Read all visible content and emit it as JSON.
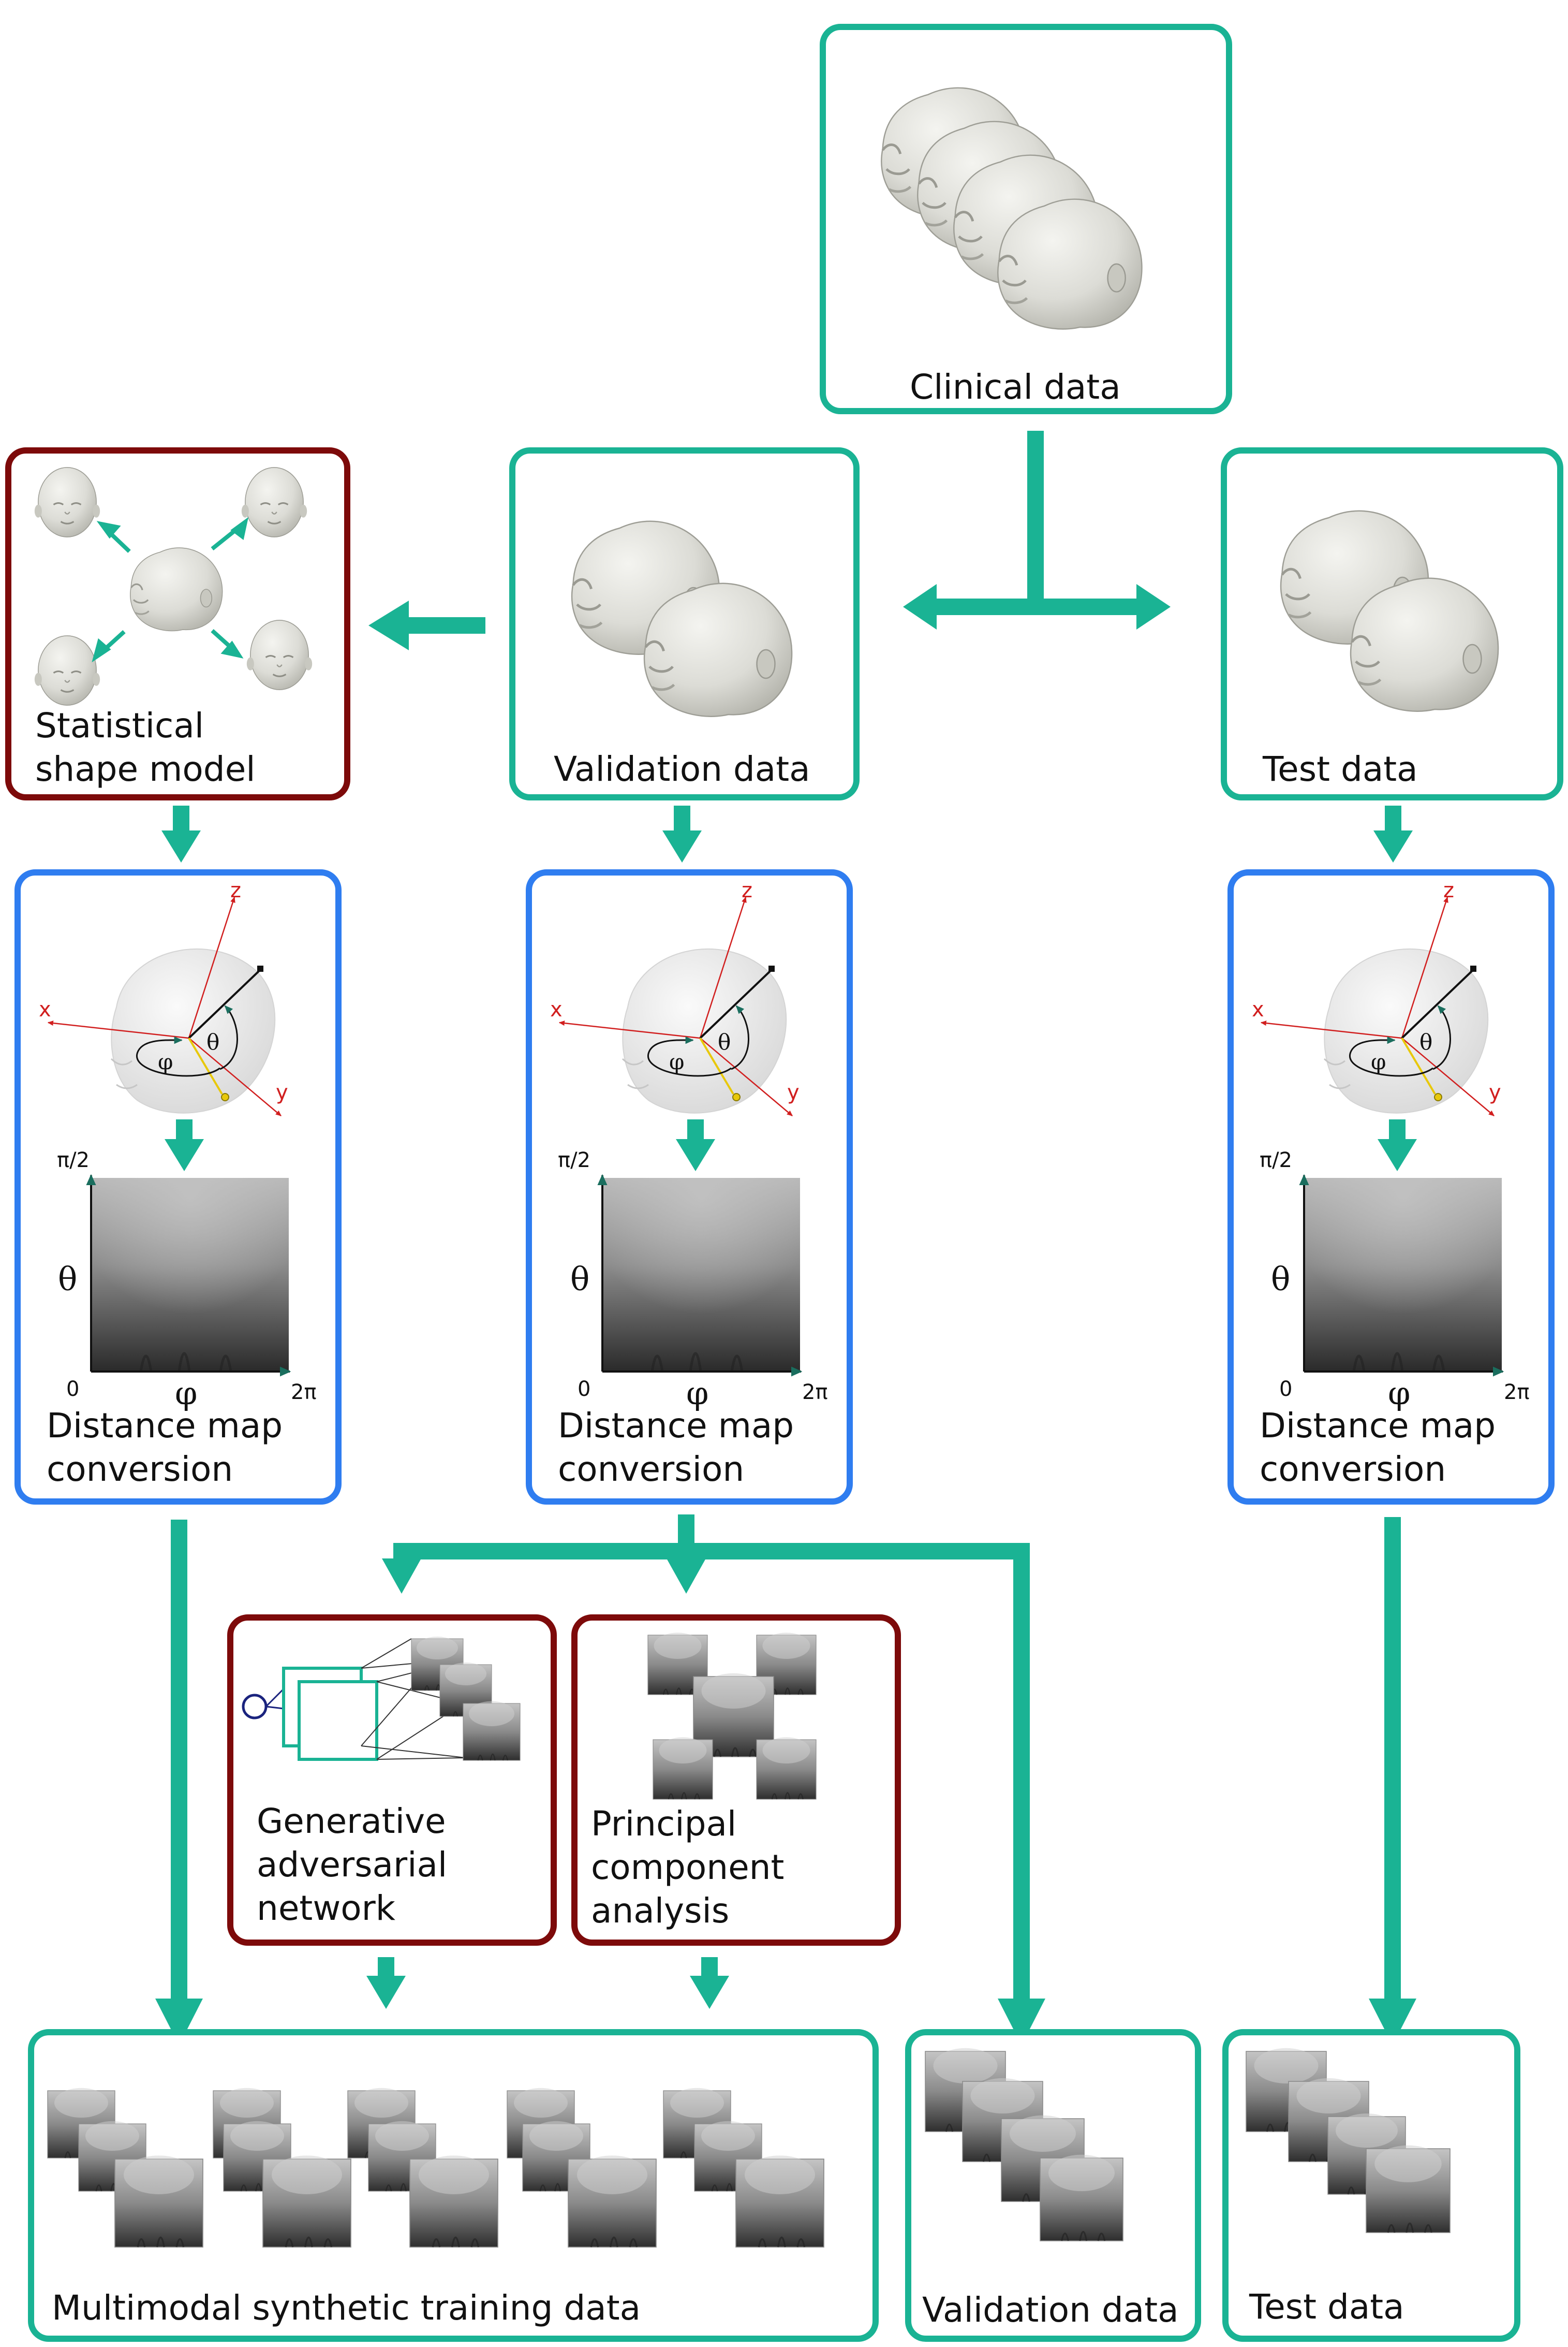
{
  "colors": {
    "teal": "#1ab394",
    "blue": "#2f7df0",
    "darkred": "#7d0a0a",
    "axis_red": "#d11f1f",
    "text": "#111111"
  },
  "boxes": {
    "clinical": "Clinical data",
    "ssm": [
      "Statistical",
      "shape model"
    ],
    "validation": "Validation data",
    "test": "Test data",
    "dm_caption": [
      "Distance map",
      "conversion"
    ],
    "gan": [
      "Generative",
      "adversarial",
      "network"
    ],
    "pca": [
      "Principal",
      "component",
      "analysis"
    ],
    "out_training": "Multimodal synthetic training data",
    "out_validation": "Validation data",
    "out_test": "Test data"
  },
  "axes": {
    "x": "x",
    "y": "y",
    "z": "z",
    "phi": "φ",
    "theta": "θ",
    "top_tick": "π/2",
    "zero_tick": "0",
    "right_tick": "2π"
  },
  "icons": {
    "head": "infant-head-render",
    "distance_map": "grayscale-distance-map",
    "coordinate_system": "spherical-coordinate-icon",
    "network": "neural-network-icon"
  }
}
